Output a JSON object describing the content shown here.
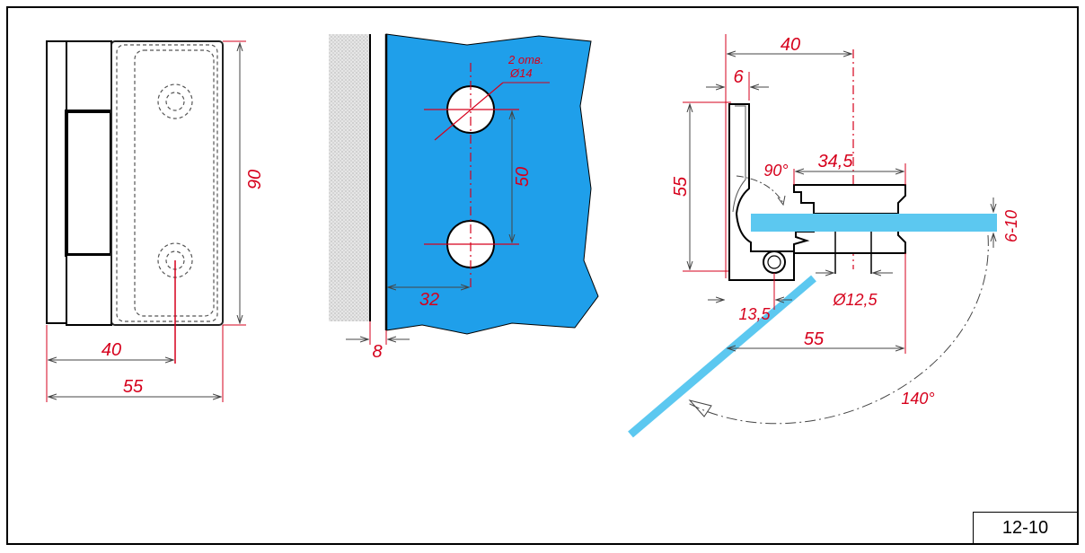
{
  "drawing_code": "12-10",
  "colors": {
    "dimension": "#d6001c",
    "glass": "#1f9fea",
    "glass_light": "#5cc8f0",
    "line": "#000000"
  },
  "front_view": {
    "dim_height": "90",
    "dim_hole_offset": "40",
    "dim_width": "55"
  },
  "glass_view": {
    "hole_note_line1": "2 отв.",
    "hole_note_line2": "Ø14",
    "dim_hole_spacing": "50",
    "dim_edge_offset": "32",
    "dim_gap": "8"
  },
  "side_view": {
    "dim_top_width": "40",
    "dim_flange": "6",
    "dim_height": "55",
    "dim_angle_close": "90°",
    "dim_clamp_width": "34,5",
    "dim_glass_thickness": "6-10",
    "dim_pin_diameter": "Ø12,5",
    "dim_pin_offset": "13,5",
    "dim_total_width": "55",
    "dim_angle_open": "140°"
  }
}
